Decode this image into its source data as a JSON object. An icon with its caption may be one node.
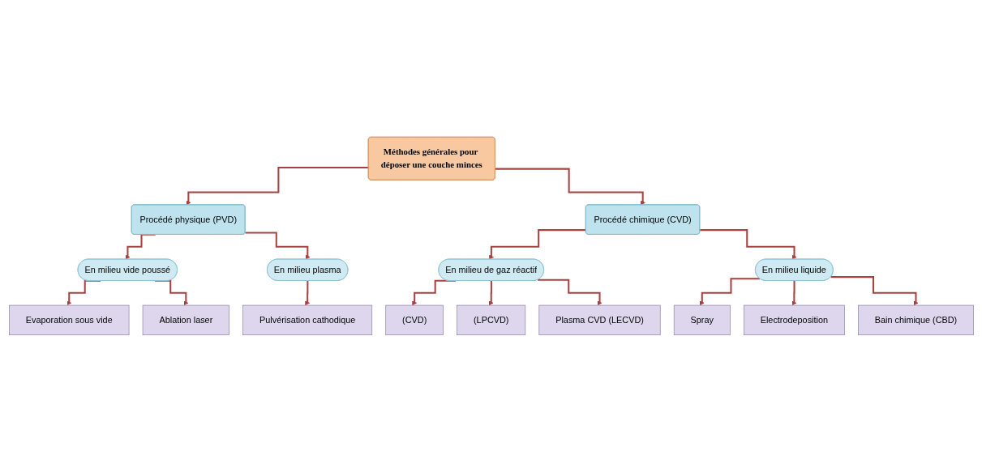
{
  "diagram": {
    "nodes": [
      {
        "text": [
          "Méthodes générales pour déposer une couche minces"
        ]
      },
      {
        "text": [
          "Procédé physique (PVD)"
        ]
      },
      {
        "text": [
          "Procédé chimique (CVD)"
        ]
      },
      {
        "text": [
          "En milieu vide poussé"
        ]
      },
      {
        "text": [
          "En milieu plasma"
        ]
      },
      {
        "text": [
          "En milieu de gaz réactif"
        ]
      },
      {
        "text": [
          "En milieu liquide"
        ]
      },
      {
        "text": [
          "Evaporation sous vide"
        ]
      },
      {
        "text": [
          "Ablation laser"
        ]
      },
      {
        "text": [
          "Pulvérisation cathodique"
        ]
      },
      {
        "text": [
          "(CVD)"
        ]
      },
      {
        "text": [
          "(LPCVD)"
        ]
      },
      {
        "text": [
          "Plasma CVD (LECVD)"
        ]
      },
      {
        "text": [
          "Spray"
        ]
      },
      {
        "text": [
          "Electrodeposition"
        ]
      },
      {
        "text": [
          "Bain chimique (CBD)"
        ]
      }
    ],
    "edges": [
      {
        "from": 0,
        "to": 1,
        "arrow": "to"
      },
      {
        "from": 0,
        "to": 2,
        "arrow": "to"
      },
      {
        "from": 1,
        "to": 3,
        "arrow": "to"
      },
      {
        "from": 1,
        "to": 4,
        "arrow": "to"
      },
      {
        "from": 2,
        "to": 5,
        "arrow": "to"
      },
      {
        "from": 2,
        "to": 6,
        "arrow": "to"
      },
      {
        "from": 3,
        "to": 7,
        "arrow": "to"
      },
      {
        "from": 3,
        "to": 8,
        "arrow": "to"
      },
      {
        "from": 4,
        "to": 9,
        "arrow": "to"
      },
      {
        "from": 5,
        "to": 10,
        "arrow": "to"
      },
      {
        "from": 5,
        "to": 11,
        "arrow": "to"
      },
      {
        "from": 5,
        "to": 12,
        "arrow": "to"
      },
      {
        "from": 6,
        "to": 13,
        "arrow": "to"
      },
      {
        "from": 6,
        "to": 14,
        "arrow": "to"
      },
      {
        "from": 6,
        "to": 15,
        "arrow": "to"
      }
    ]
  }
}
